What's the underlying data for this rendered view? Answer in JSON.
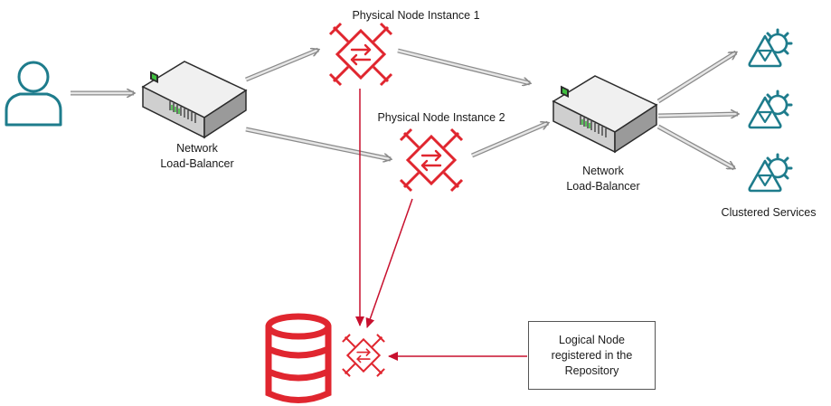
{
  "labels": {
    "lb1_line1": "Network",
    "lb1_line2": "Load-Balancer",
    "lb2_line1": "Network",
    "lb2_line2": "Load-Balancer",
    "node1": "Physical Node Instance 1",
    "node2": "Physical Node Instance 2",
    "services": "Clustered Services",
    "registry_box": "Logical Node registered in the Repository"
  },
  "colors": {
    "user": "#1e7c8c",
    "node": "#e0262f",
    "service": "#1e7c8c",
    "connector_gray": "#9a9a9a",
    "connector_red": "#c8102e"
  },
  "icons": {
    "user": "user-icon",
    "load_balancer": "network-switch-icon",
    "node": "node-instance-icon",
    "service": "service-gear-icon",
    "database": "database-icon"
  }
}
